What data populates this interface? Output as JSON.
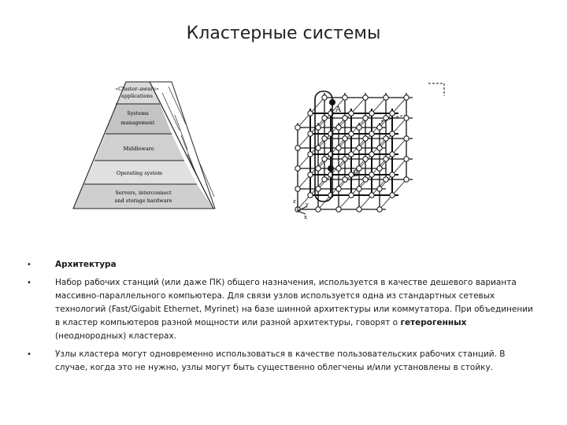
{
  "slide": {
    "title": "Кластерные системы"
  },
  "pyramid": {
    "layers": [
      "«Cluster–aware»",
      "applications",
      "Systems",
      "management",
      "Middleware",
      "Operating system",
      "Servers, interconnect",
      "and storage hardware"
    ]
  },
  "mesh": {
    "node_a": "A",
    "node_b": "B",
    "axis_z": "z",
    "axis_y": "y",
    "axis_x": "x"
  },
  "bullets": [
    {
      "marker": "•",
      "text": "Архитектура"
    },
    {
      "marker": "•",
      "text_before": "Набор рабочих станций (или даже ПК) общего назначения, используется в качестве дешевого варианта массивно-параллельного компьютера. Для связи узлов используется одна из стандартных сетевых технологий (Fast/Gigabit Ethernet, Myrinet) на базе шинной архитектуры или коммутатора. При объединении в кластер компьютеров разной мощности или разной архитектуры, говорят о ",
      "text_bold": "гетерогенных",
      "text_after": " (неоднородных) кластерах."
    },
    {
      "marker": "•",
      "text": "Узлы кластера могут одновременно использоваться в качестве пользовательских рабочих станций. В случае, когда это не нужно, узлы могут быть существенно облегчены и/или установлены в стойку."
    }
  ]
}
